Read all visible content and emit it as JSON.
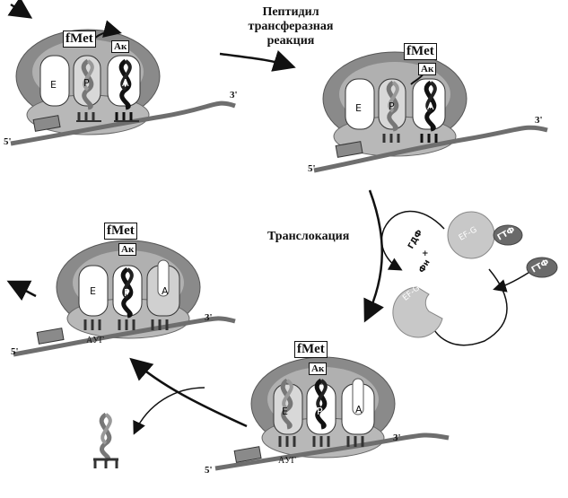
{
  "labels": {
    "peptidyl_transferase": "Пептидил трансферазная реакция",
    "translocation": "Транслокация",
    "fmet": "fMet",
    "ak": "Ак",
    "site_e": "E",
    "site_p": "P",
    "site_a": "A",
    "five_prime": "5'",
    "three_prime": "3'",
    "aug": "AУГ",
    "ef_g": "EF-G",
    "gdp": "ГДФ",
    "plus": "+",
    "phi": "Фн",
    "gtp": "ГТФ"
  },
  "colors": {
    "large_subunit": "#8a8a8a",
    "small_subunit": "#b8b8b8",
    "mrna": "#6e6e6e",
    "ef_g": "#c8c8c8",
    "gtp": "#6a6a6a"
  }
}
